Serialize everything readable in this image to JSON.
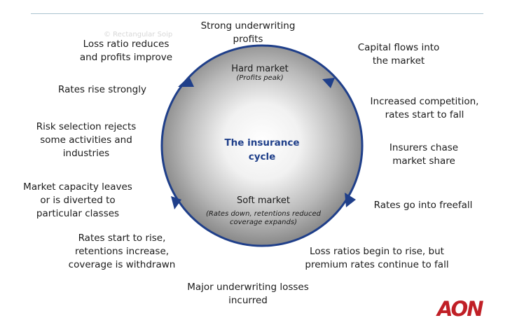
{
  "watermark": "©  Rectangular Soip",
  "center": {
    "title": "The insurance cycle"
  },
  "hard_market": {
    "title": "Hard market",
    "subtitle": "(Profits peak)"
  },
  "soft_market": {
    "title": "Soft market",
    "subtitle_line1": "(Rates down, retentions reduced",
    "subtitle_line2": "coverage expands)"
  },
  "labels": {
    "strong_underwriting": [
      "Strong underwriting",
      "profits"
    ],
    "capital_flows": [
      "Capital flows into",
      "the market"
    ],
    "increased_competition": [
      "Increased competition,",
      "rates start to fall"
    ],
    "insurers_chase": [
      "Insurers chase",
      "market share"
    ],
    "rates_freefall": [
      "Rates go into freefall"
    ],
    "loss_ratios_rise": [
      "Loss ratios begin to rise, but",
      "premium rates continue to fall"
    ],
    "major_losses": [
      "Major underwriting losses",
      "incurred"
    ],
    "rates_start_rise": [
      "Rates start to rise,",
      "retentions increase,",
      "coverage is withdrawn"
    ],
    "capacity_leaves": [
      "Market capacity leaves",
      "or is diverted to",
      "particular classes"
    ],
    "risk_selection": [
      "Risk selection rejects",
      "some activities and",
      "industries"
    ],
    "rates_rise_strongly": [
      "Rates rise strongly"
    ],
    "loss_ratio_reduces": [
      "Loss ratio reduces",
      "and profits improve"
    ]
  },
  "logo": {
    "text": "AON",
    "color": "#c01f26"
  },
  "colors": {
    "arrow": "#1f3f8a",
    "ring": "#1f3f8a",
    "title_accent": "#1f3f8a"
  }
}
